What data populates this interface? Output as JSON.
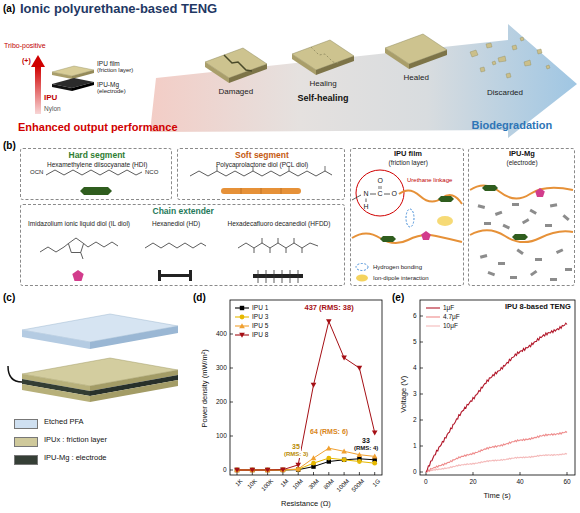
{
  "diagram": {
    "nodes": [
      {
        "text": [
          "Hard segment",
          "Hexamethylene diisocyanate (HDI)"
        ]
      },
      {
        "text": [
          "Soft segment",
          "Polycaprolactone diol (PCL diol)"
        ]
      },
      {
        "text": [
          "Chain extender",
          "Imidazolium ionic liquid diol (IL diol)",
          "Hexanediol (HD)",
          "Hexadecafluoro decanediol (HFDD)"
        ]
      },
      {
        "text": [
          "IPU film",
          "(friction layer)",
          "Urethane linkage",
          "Hydrogen bonding",
          "Ion-dipole interaction"
        ]
      },
      {
        "text": [
          "IPU-Mg",
          "(electrode)"
        ]
      }
    ],
    "labels": [
      "(a)",
      "Ionic polyurethane-based TENG",
      "Tribo-positive",
      "(+)",
      "IPU",
      "Nylon",
      "IPU film",
      "(friction layer)",
      "IPU-Mg",
      "(electrode)",
      "Damaged",
      "Healing",
      "Self-healing",
      "Healed",
      "Discarded",
      "Enhanced output performance",
      "Biodegradation",
      "(b)",
      "OCN",
      "NCO",
      "O",
      "N",
      "C",
      "O",
      "H",
      "(c)",
      "(d)",
      "Power density (mW/m²)",
      "0",
      "100",
      "200",
      "300",
      "400",
      "1K",
      "10K",
      "100K",
      "1M",
      "10M",
      "30M",
      "80M",
      "100M",
      "500M",
      "1G",
      "Resistance (Ω)",
      "437 (RMS: 38)",
      "64 (RMS: 6)",
      "35",
      "(RMS: 3)",
      "33",
      "(RMS: 4)",
      "(e)",
      "IPU 8-based TENG",
      "Voltage (V)",
      "0",
      "1",
      "2",
      "3",
      "4",
      "5",
      "6",
      "0",
      "20",
      "40",
      "60",
      "Time (s)"
    ],
    "legend": [
      {
        "text": "Etched PFA",
        "color": "#cfe0f1"
      },
      {
        "text": "IPUx : friction layer",
        "color": "#cfc99b"
      },
      {
        "text": "IPU-Mg : electrode",
        "color": "#353f36"
      },
      {
        "text": "IPU 1"
      },
      {
        "text": "IPU 3"
      },
      {
        "text": "IPU 5"
      },
      {
        "text": "IPU 8"
      },
      {
        "text": "1μF"
      },
      {
        "text": "4.7μF"
      },
      {
        "text": "10μF"
      }
    ]
  }
}
